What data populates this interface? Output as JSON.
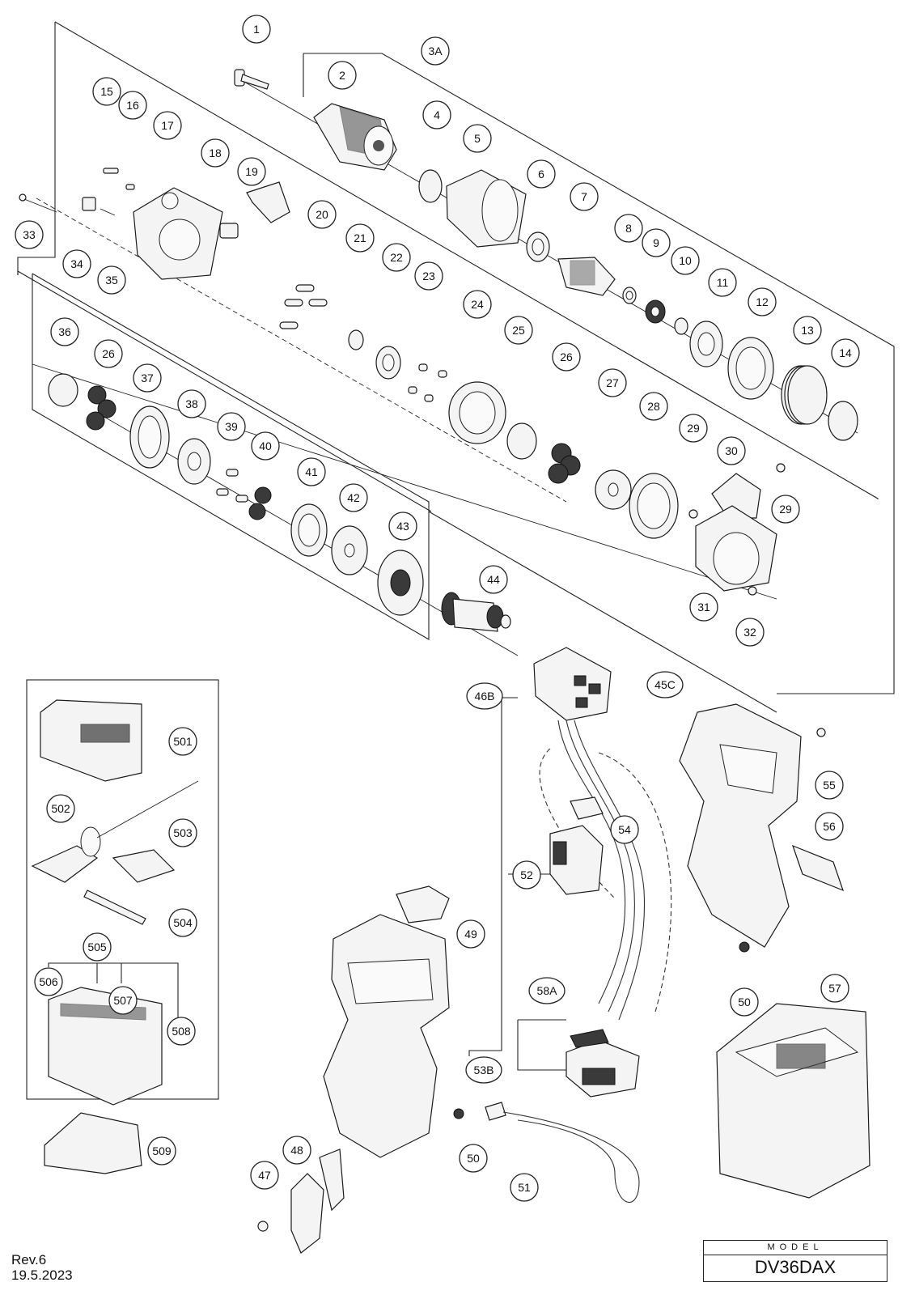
{
  "revision": "Rev.6",
  "date": "19.5.2023",
  "model": {
    "label": "MODEL",
    "name": "DV36DAX"
  },
  "callouts": {
    "c1": "1",
    "c2": "2",
    "c3A": "3A",
    "c4": "4",
    "c5": "5",
    "c6": "6",
    "c7": "7",
    "c8": "8",
    "c9": "9",
    "c10": "10",
    "c11": "11",
    "c12": "12",
    "c13": "13",
    "c14": "14",
    "c15": "15",
    "c16": "16",
    "c17": "17",
    "c18": "18",
    "c19": "19",
    "c20": "20",
    "c21": "21",
    "c22": "22",
    "c23": "23",
    "c24": "24",
    "c25": "25",
    "c26a": "26",
    "c26b": "26",
    "c27": "27",
    "c28": "28",
    "c29a": "29",
    "c29b": "29",
    "c30": "30",
    "c31": "31",
    "c32": "32",
    "c33": "33",
    "c34": "34",
    "c35": "35",
    "c36": "36",
    "c37": "37",
    "c38": "38",
    "c39": "39",
    "c40": "40",
    "c41": "41",
    "c42": "42",
    "c43": "43",
    "c44": "44",
    "c45C": "45C",
    "c46B": "46B",
    "c47": "47",
    "c48": "48",
    "c49": "49",
    "c50a": "50",
    "c50b": "50",
    "c51": "51",
    "c52": "52",
    "c53B": "53B",
    "c54": "54",
    "c55": "55",
    "c56": "56",
    "c57": "57",
    "c58A": "58A",
    "c501": "501",
    "c502": "502",
    "c503": "503",
    "c504": "504",
    "c505": "505",
    "c506": "506",
    "c507": "507",
    "c508": "508",
    "c509": "509"
  }
}
